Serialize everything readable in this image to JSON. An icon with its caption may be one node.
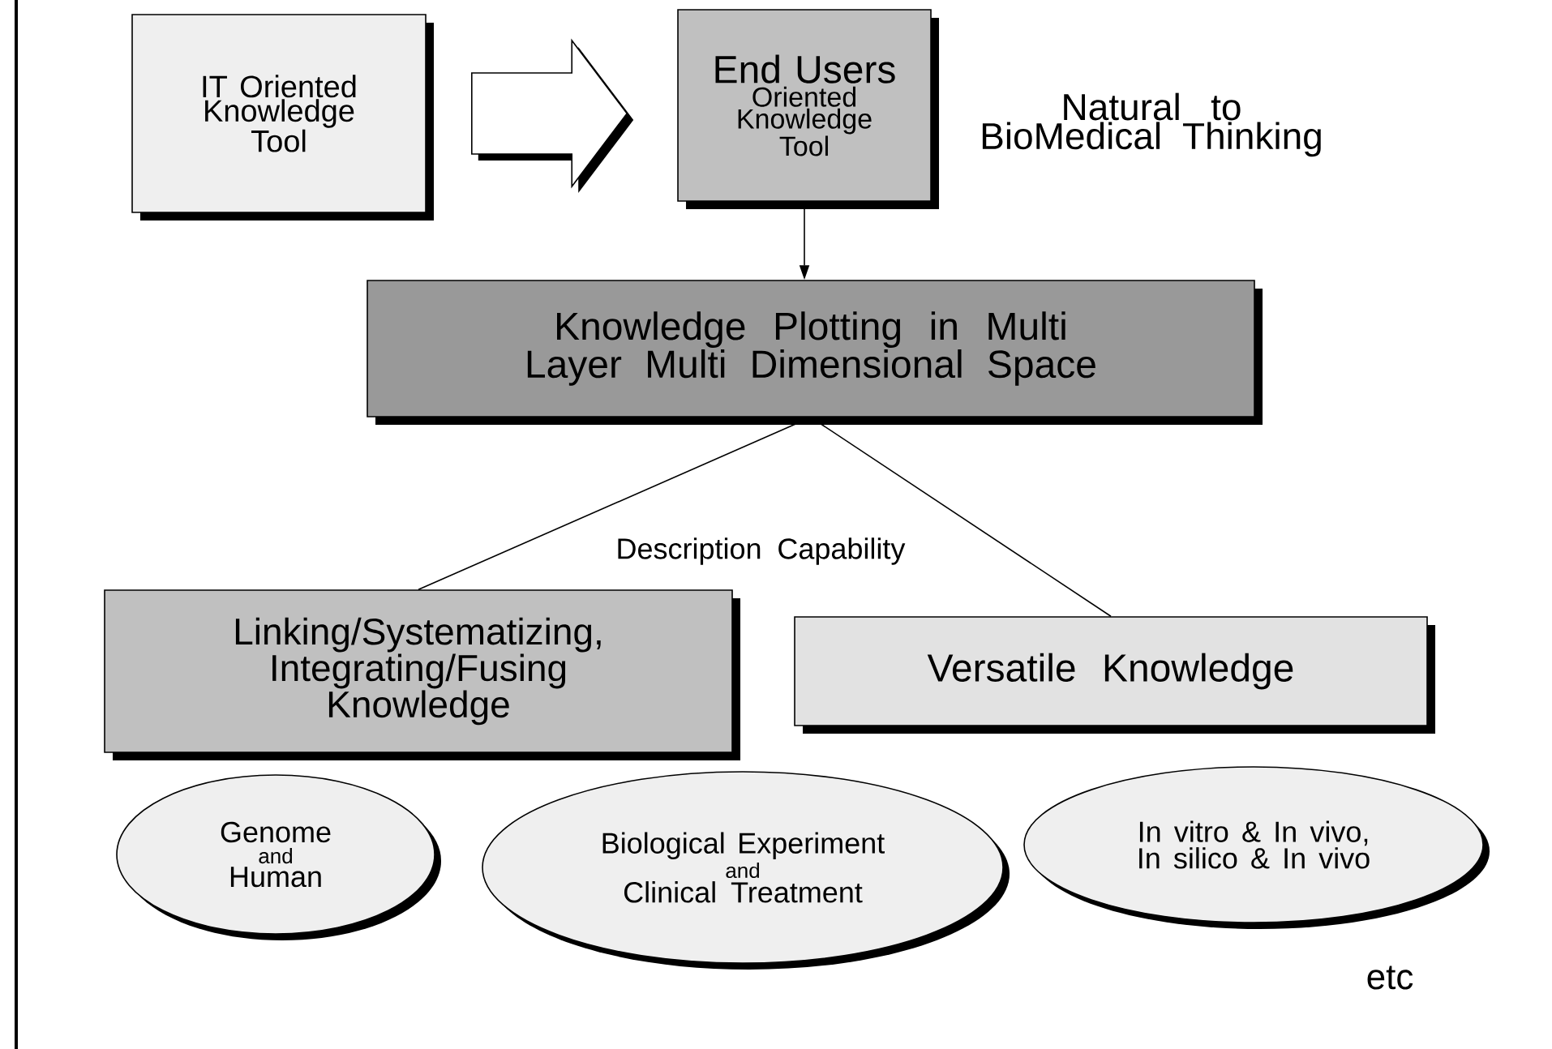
{
  "diagram": {
    "nodes": [
      {
        "text": [
          "IT Oriented Knowledge Tool"
        ]
      },
      {
        "text": [
          "End Users",
          "Oriented Knowledge Tool"
        ]
      },
      {
        "text": [
          "Knowledge Plotting in Multi Layer Multi Dimensional Space"
        ]
      },
      {
        "text": [
          "Linking/Systematizing, Integrating/Fusing Knowledge"
        ]
      },
      {
        "text": [
          "Versatile Knowledge"
        ]
      },
      {
        "text": [
          "Genome",
          "and",
          "Human"
        ]
      },
      {
        "text": [
          "Biological Experiment",
          "and",
          "Clinical Treatment"
        ]
      },
      {
        "text": [
          "In vitro & In vivo, In silico & In vivo"
        ]
      }
    ],
    "edges": [
      {
        "from": 0,
        "to": 1,
        "arrow": "to"
      },
      {
        "from": 1,
        "to": 2,
        "arrow": "to"
      },
      {
        "from": 2,
        "to": 3,
        "arrow": "none"
      },
      {
        "from": 2,
        "to": 4,
        "arrow": "none"
      }
    ],
    "labels": [
      "Natural to BioMedical Thinking",
      "Description Capability",
      "etc"
    ]
  }
}
